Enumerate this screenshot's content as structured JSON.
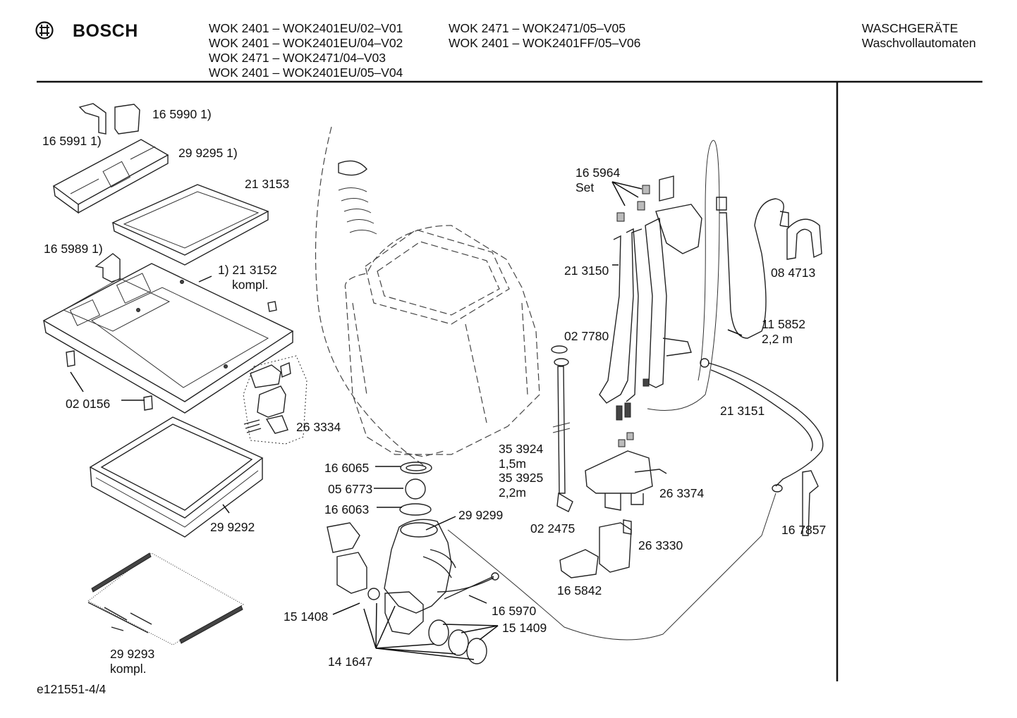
{
  "header": {
    "brand": "BOSCH",
    "models_col1": [
      "WOK 2401 – WOK2401EU/02–V01",
      "WOK 2401 – WOK2401EU/04–V02",
      "WOK 2471 – WOK2471/04–V03",
      "WOK 2401 – WOK2401EU/05–V04"
    ],
    "models_col2": [
      "WOK 2471 – WOK2471/05–V05",
      "WOK 2401 – WOK2401FF/05–V06"
    ],
    "category": "WASCHGERÄTE",
    "subcategory": "Waschvollautomaten"
  },
  "labels": {
    "p165990": "16 5990 1)",
    "p165991": "16 5991 1)",
    "p299295": "29 9295 1)",
    "p213153": "21 3153",
    "p165989": "16 5989 1)",
    "p213152": "1) 21 3152",
    "p213152b": "kompl.",
    "p020156": "02 0156",
    "p263334": "26 3334",
    "p299292": "29 9292",
    "p299293": "29 9293",
    "p299293b": "kompl.",
    "p166065": "16 6065",
    "p056773": "05 6773",
    "p166063": "16 6063",
    "p299299": "29 9299",
    "p151408": "15 1408",
    "p141647": "14 1647",
    "p165970": "16 5970",
    "p151409": "15 1409",
    "p165964": "16 5964",
    "p165964b": "Set",
    "p213150": "21 3150",
    "p027780": "02 7780",
    "p353924": "35 3924",
    "p353924b": "1,5m",
    "p353925": "35 3925",
    "p353925b": "2,2m",
    "p022475": "02 2475",
    "p263374": "26 3374",
    "p263330": "26 3330",
    "p165842": "16 5842",
    "p084713": "08 4713",
    "p115852": "11 5852",
    "p115852b": "2,2 m",
    "p213151": "21 3151",
    "p167857": "16 7857"
  },
  "footer": {
    "doc_id": "e121551-4/4"
  }
}
